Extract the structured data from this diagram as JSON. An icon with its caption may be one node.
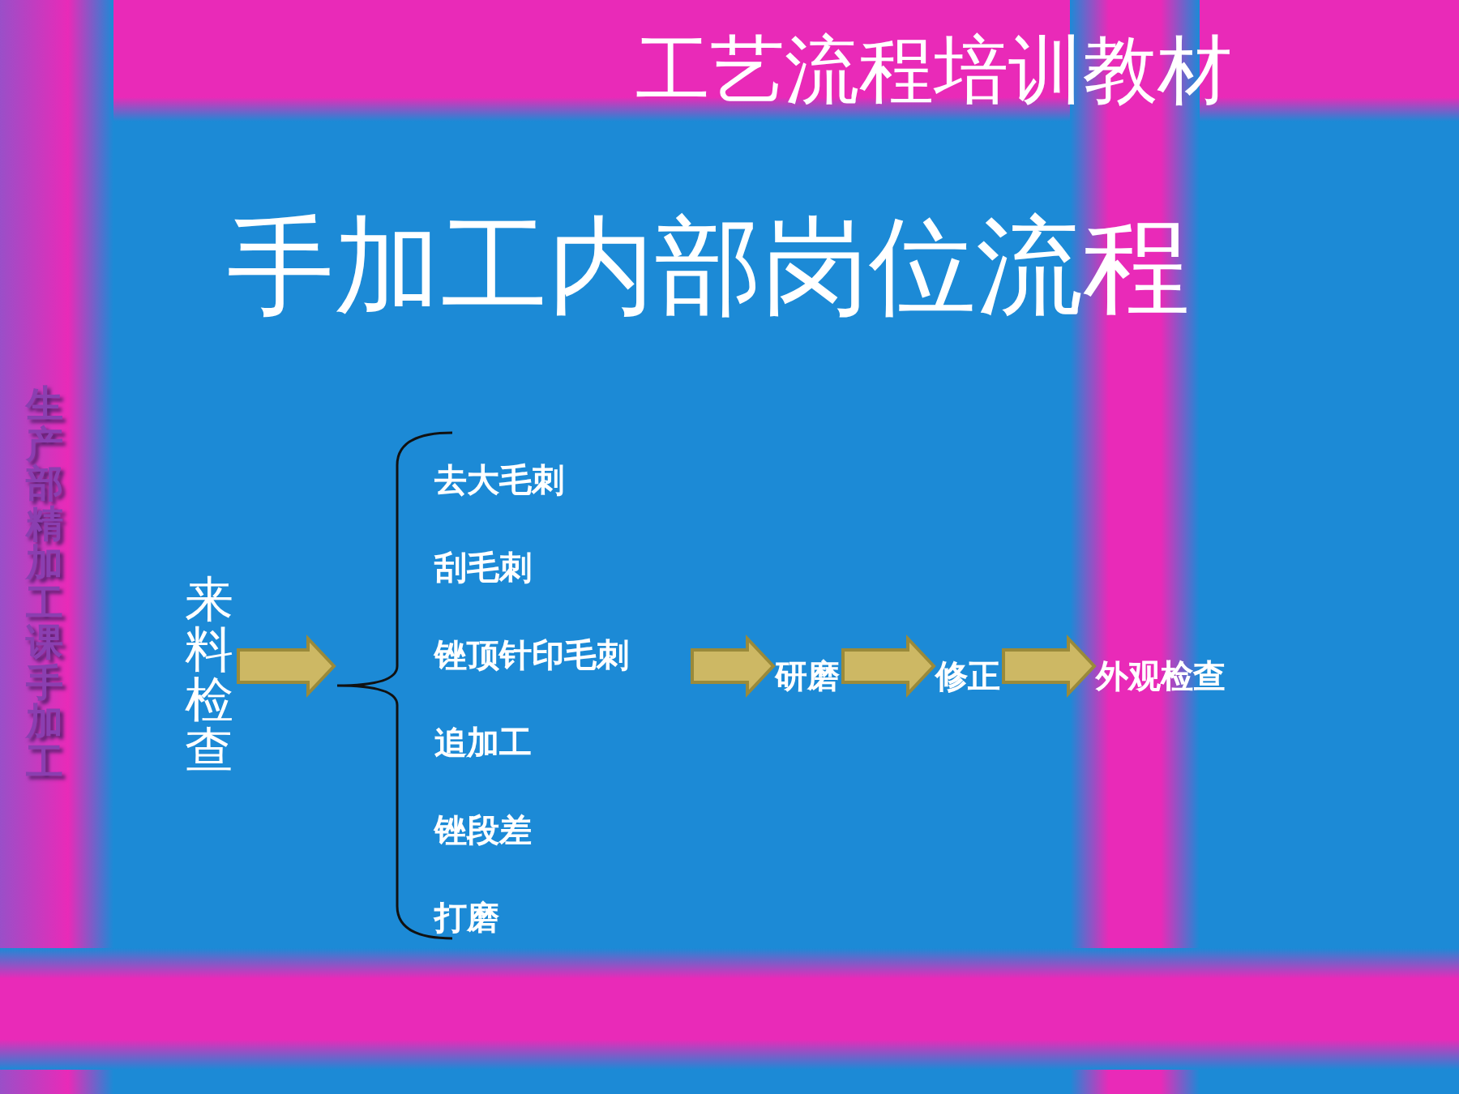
{
  "diagram": {
    "title": "手加工内部岗位流程",
    "nodes": [
      {
        "text": [
          "来料检查"
        ]
      },
      {
        "text": [],
        "shape": "brace"
      },
      {
        "text": [
          "去大毛刺"
        ],
        "in": 1
      },
      {
        "text": [
          "刮毛刺"
        ],
        "in": 1
      },
      {
        "text": [
          "锉顶针印毛刺"
        ],
        "in": 1
      },
      {
        "text": [
          "追加工"
        ],
        "in": 1
      },
      {
        "text": [
          "锉段差"
        ],
        "in": 1
      },
      {
        "text": [
          "打磨"
        ],
        "in": 1
      },
      {
        "text": [
          "研磨"
        ]
      },
      {
        "text": [
          "修正"
        ]
      },
      {
        "text": [
          "外观检查"
        ]
      }
    ],
    "edges": [
      {
        "from": 0,
        "to": 1,
        "arrow": "to"
      },
      {
        "from": 1,
        "to": 8,
        "arrow": "to"
      },
      {
        "from": 8,
        "to": 9,
        "arrow": "to"
      },
      {
        "from": 9,
        "to": 10,
        "arrow": "to"
      }
    ],
    "labels": [
      "工艺流程培训教材",
      "生产部精加工课手加工"
    ]
  }
}
